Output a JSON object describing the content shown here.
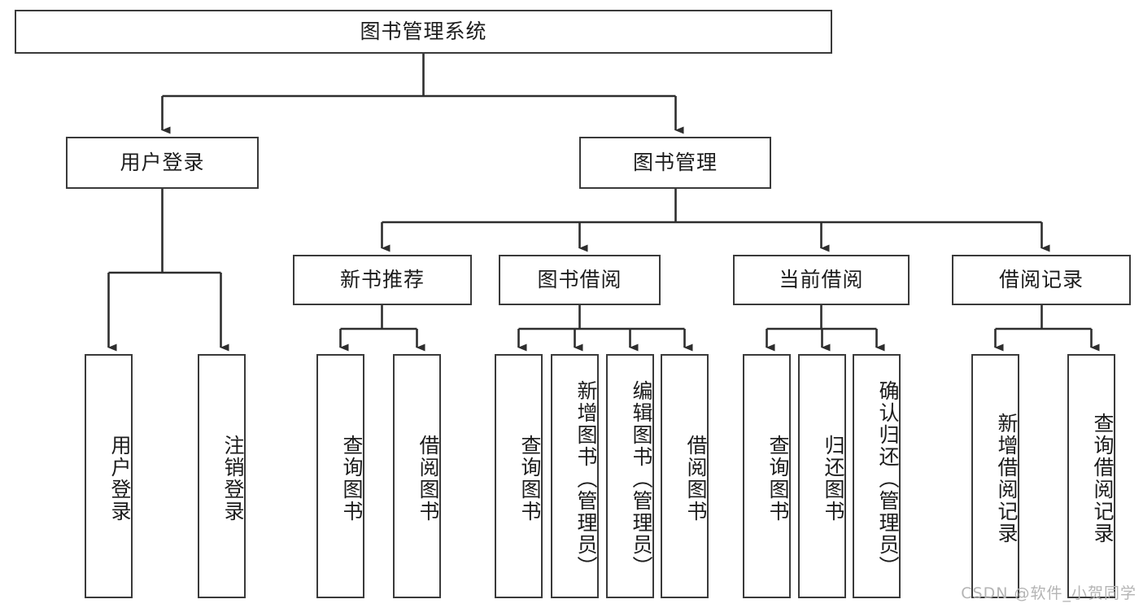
{
  "diagram": {
    "title": "图书管理系统",
    "type": "tree-hierarchy-diagram",
    "root": {
      "label": "图书管理系统"
    },
    "level2": [
      {
        "label": "用户登录"
      },
      {
        "label": "图书管理"
      }
    ],
    "level3": [
      {
        "label": "新书推荐"
      },
      {
        "label": "图书借阅"
      },
      {
        "label": "当前借阅"
      },
      {
        "label": "借阅记录"
      }
    ],
    "leaves": {
      "user_login": [
        {
          "label": "用户登录"
        },
        {
          "label": "注销登录"
        }
      ],
      "new_book_recommend": [
        {
          "label": "查询图书"
        },
        {
          "label": "借阅图书"
        }
      ],
      "book_borrow": [
        {
          "label": "查询图书"
        },
        {
          "label": "新增图书（管理员）"
        },
        {
          "label": "编辑图书（管理员）"
        },
        {
          "label": "借阅图书"
        }
      ],
      "current_borrow": [
        {
          "label": "查询图书"
        },
        {
          "label": "归还图书"
        },
        {
          "label": "确认归还（管理员）"
        }
      ],
      "borrow_record": [
        {
          "label": "新增借阅记录"
        },
        {
          "label": "查询借阅记录"
        }
      ]
    }
  },
  "watermark": {
    "text": "CSDN @软件_小贺同学"
  },
  "colors": {
    "border": "#3a3a3a",
    "background": "#ffffff",
    "text": "#1c1c1c",
    "watermark": "#b4b4b4"
  }
}
